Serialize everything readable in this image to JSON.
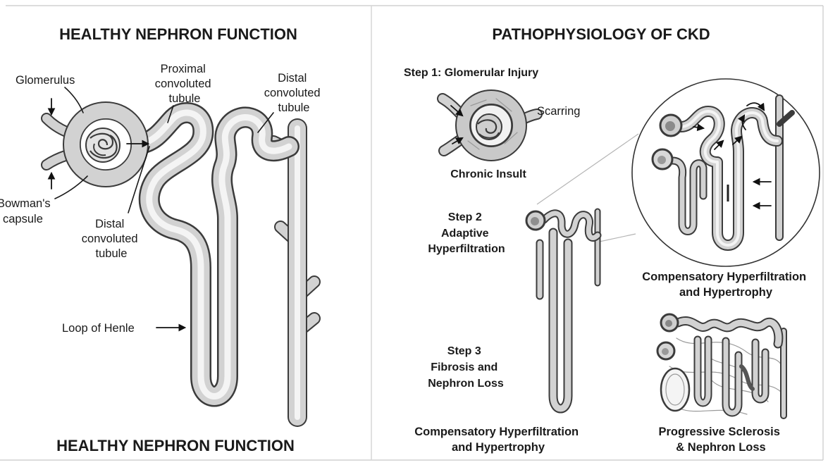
{
  "left_panel": {
    "title": "HEALTHY NEPHRON FUNCTION",
    "footer_title": "HEALTHY NEPHRON FUNCTION",
    "labels": {
      "glomerulus": "Glomerulus",
      "proximal": [
        "Proximal",
        "convoluted",
        "tubule"
      ],
      "distal_top": [
        "Distal",
        "convoluted",
        "tubule"
      ],
      "bowmans": [
        "Bowman's",
        "capsule"
      ],
      "distal_lower": [
        "Distal",
        "convoluted",
        "tubule"
      ],
      "loop": "Loop of Henle"
    }
  },
  "right_panel": {
    "title": "PATHOPHYSIOLOGY OF CKD",
    "step1": {
      "heading": "Step 1: Glomerular Injury",
      "scarring": "Scarring",
      "caption": "Chronic Insult"
    },
    "step2": {
      "heading": [
        "Step 2",
        "Adaptive",
        "Hyperfiltration"
      ],
      "magnified_caption": [
        "Compensatory Hyperfiltration",
        "and Hypertrophy"
      ]
    },
    "step3": {
      "heading": [
        "Step 3",
        "Fibrosis and",
        "Nephron Loss"
      ]
    },
    "footer_captions": [
      {
        "lines": [
          "Compensatory Hyperfiltration",
          "and Hypertrophy"
        ]
      },
      {
        "lines": [
          "Progressive Sclerosis",
          "& Nephron Loss"
        ]
      }
    ]
  },
  "colors": {
    "background": "#ffffff",
    "ink": "#1a1a1a",
    "tube_outline": "#3b3b3b",
    "tube_wall": "#d2d2d2",
    "divider": "#cfcfcf"
  }
}
